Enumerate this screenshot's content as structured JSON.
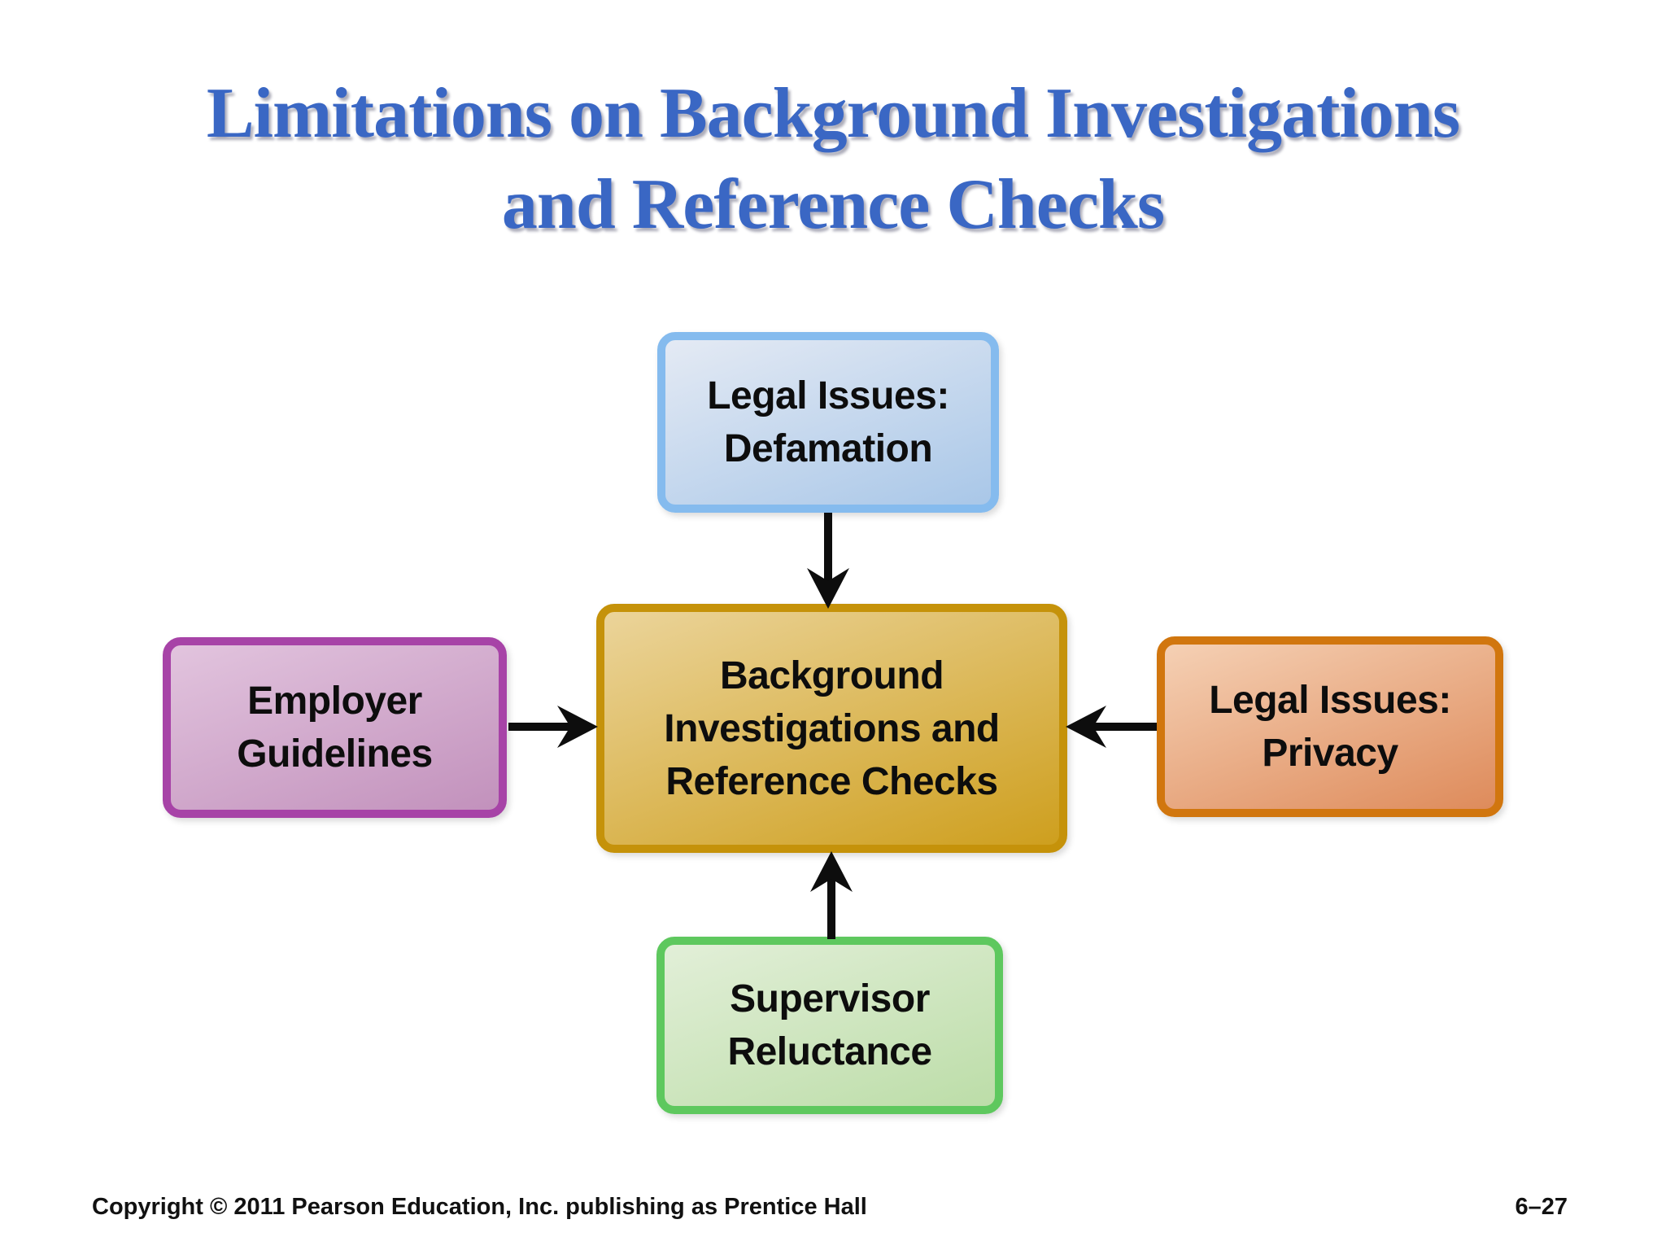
{
  "title": {
    "line1": "Limitations on Background Investigations",
    "line2": "and Reference Checks",
    "color": "#3A67C4"
  },
  "diagram": {
    "nodes": {
      "defamation": {
        "label": "Legal Issues:\nDefamation",
        "border_color": "#85BBEE",
        "fill_top": "#E4EAF4",
        "fill_bottom": "#A9C7E8"
      },
      "center": {
        "label": "Background\nInvestigations and\nReference Checks",
        "border_color": "#C5920A",
        "fill_top": "#EBD49A",
        "fill_bottom": "#CE9F1E"
      },
      "employer": {
        "label": "Employer\nGuidelines",
        "border_color": "#A743A7",
        "fill_top": "#E2C4DE",
        "fill_bottom": "#C291BC"
      },
      "privacy": {
        "label": "Legal Issues:\nPrivacy",
        "border_color": "#D1760E",
        "fill_top": "#F5D0B4",
        "fill_bottom": "#DE8B5B"
      },
      "supervisor": {
        "label": "Supervisor\nReluctance",
        "border_color": "#5EC85E",
        "fill_top": "#E2EFD8",
        "fill_bottom": "#BCDDA8"
      }
    },
    "arrow_color": "#0D0D0D",
    "arrows": [
      {
        "name": "defamation-to-center",
        "direction": "down"
      },
      {
        "name": "employer-to-center",
        "direction": "right"
      },
      {
        "name": "privacy-to-center",
        "direction": "left"
      },
      {
        "name": "supervisor-to-center",
        "direction": "up"
      }
    ]
  },
  "footer": {
    "copyright": "Copyright © 2011 Pearson Education, Inc. publishing as Prentice Hall",
    "page_number": "6–27"
  }
}
